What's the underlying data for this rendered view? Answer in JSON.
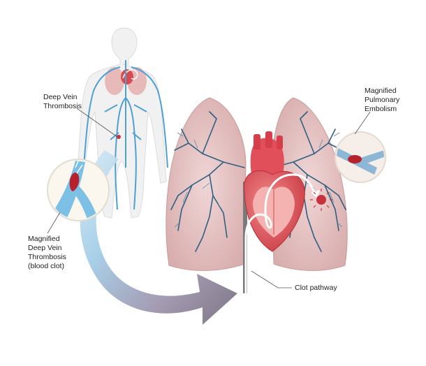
{
  "labels": {
    "dvt": [
      "Deep Vein",
      "Thrombosis"
    ],
    "magnified_pe": [
      "Magnified",
      "Pulmonary",
      "Embolism"
    ],
    "magnified_dvt": [
      "Magnified",
      "Deep Vein",
      "Thrombosis",
      "(blood clot)"
    ],
    "clot_pathway": "Clot pathway"
  },
  "colors": {
    "lung": "#e6c3c3",
    "lung_edge": "#c99c9c",
    "vessel": "#2f5f82",
    "vein_blue": "#5aa8d6",
    "heart": "#e0555a",
    "clot": "#b5222c",
    "arrow_purple": "#8a7f93",
    "arrow_light": "#bcd9ec"
  }
}
